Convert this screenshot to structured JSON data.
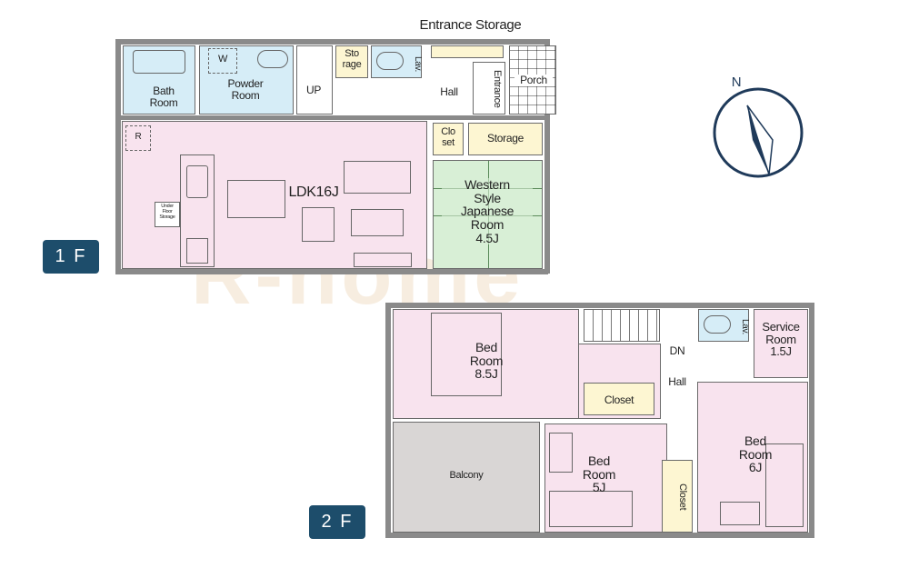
{
  "floor_tags": {
    "first": "1 F",
    "second": "2 F"
  },
  "first_floor": {
    "entrance_storage": "Entrance Storage",
    "bath_room": "Bath\nRoom",
    "washer": "W",
    "powder_room": "Powder\nRoom",
    "up": "UP",
    "storage_small": "Sto\nrage",
    "lav": "Lav.",
    "hall": "Hall",
    "entrance": "Entrance",
    "porch": "Porch",
    "refrigerator": "R",
    "closet": "Clo\nset",
    "storage": "Storage",
    "ldk": "LDK16J",
    "under_floor_storage": "Under\nFloor\nStorage",
    "japanese_room": "Western\nStyle\nJapanese\nRoom\n4.5J"
  },
  "second_floor": {
    "bed_room_1": "Bed\nRoom\n8.5J",
    "dn": "DN",
    "hall": "Hall",
    "lav": "Lav.",
    "service_room": "Service\nRoom\n1.5J",
    "closet_1": "Closet",
    "balcony": "Balcony",
    "bed_room_2": "Bed\nRoom\n5J",
    "closet_2": "Closet",
    "bed_room_3": "Bed\nRoom\n6J"
  },
  "compass": {
    "north_label": "N"
  },
  "watermark": "R-home",
  "colors": {
    "floor_tag_bg": "#1d4d6b",
    "compass": "#1f3a5a",
    "pink": "#f8e3ee",
    "blue": "#d6edf7",
    "green": "#d8efd6",
    "yellow": "#fdf6d2",
    "balcony": "#d9d6d5"
  }
}
